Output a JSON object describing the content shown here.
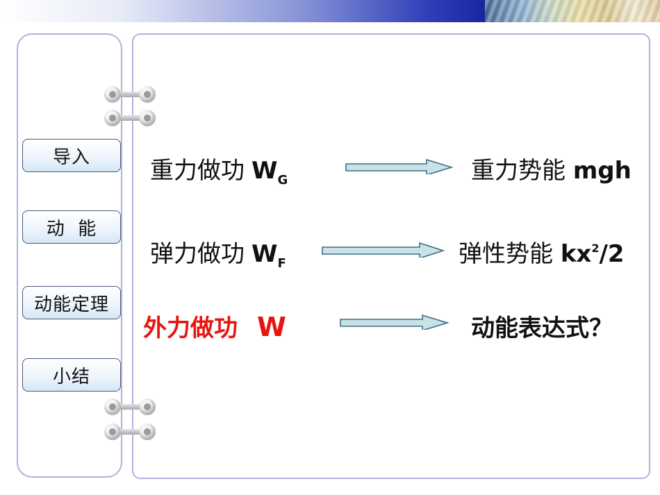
{
  "nav": {
    "items": [
      {
        "label": "导入"
      },
      {
        "label": "动  能"
      },
      {
        "label": "动能定理"
      },
      {
        "label": "小结"
      }
    ]
  },
  "content": {
    "rows": [
      {
        "work_label": "重力做功",
        "work_symbol": "W",
        "work_sub": "G",
        "result_label": "重力势能",
        "result_formula": "mgh"
      },
      {
        "work_label": "弹力做功",
        "work_symbol": "W",
        "work_sub": "F",
        "result_label": "弹性势能",
        "result_formula": "kx",
        "result_sup": "2",
        "result_tail": "/2"
      },
      {
        "work_label": "外力做功",
        "work_symbol": "W",
        "result_label": "动能表达式？"
      }
    ]
  },
  "colors": {
    "highlight": "#e8140e",
    "arrow_fill": "#c8e2e6",
    "arrow_stroke": "#3e6c88"
  }
}
